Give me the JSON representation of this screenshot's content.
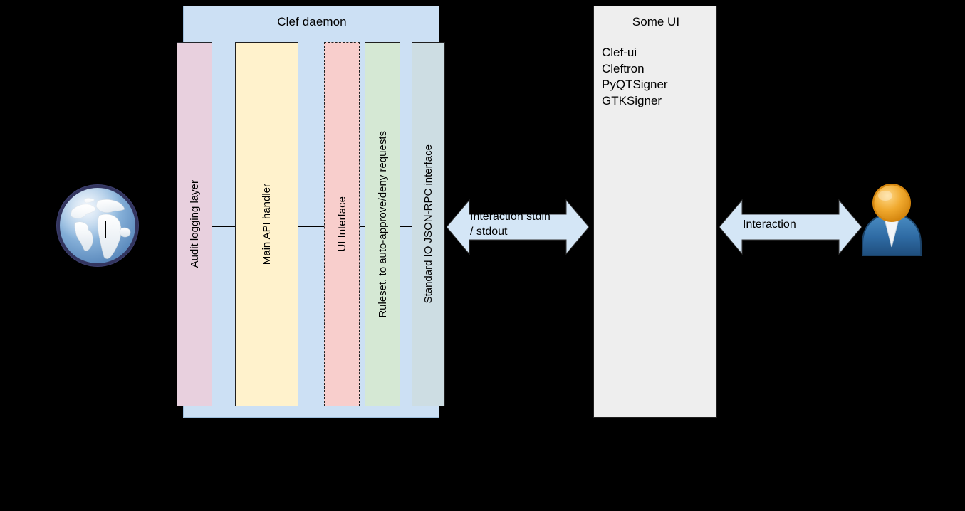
{
  "diagram": {
    "background_color": "#000000",
    "daemon": {
      "title": "Clef daemon",
      "container_color": "#cce0f4",
      "layers": [
        {
          "label": "Audit logging layer",
          "color": "#e8d0de",
          "border": "solid",
          "name": "audit-logging-layer"
        },
        {
          "label": "Main API handler",
          "color": "#fff2cc",
          "border": "solid",
          "name": "main-api-handler"
        },
        {
          "label": "UI Interface",
          "color": "#f8cecc",
          "border": "dashed",
          "name": "ui-interface"
        },
        {
          "label": "Ruleset, to auto-approve/deny requests",
          "color": "#d5e8d4",
          "border": "solid",
          "name": "ruleset"
        },
        {
          "label": "Standard IO JSON-RPC interface",
          "color": "#cddde3",
          "border": "solid",
          "name": "standard-io-jsonrpc-interface"
        }
      ]
    },
    "some_ui": {
      "title": "Some UI",
      "panel_color": "#eeeeee",
      "items": [
        "Clef-ui",
        "Cleftron",
        "PyQTSigner",
        "GTKSigner"
      ]
    },
    "arrows": [
      {
        "label": "Interaction stdin / stdout",
        "line1": "Interaction stdin",
        "line2": "/ stdout",
        "color": "#d4e6f6",
        "name": "arrow-stdin-stdout"
      },
      {
        "label": "Interaction",
        "line1": "Interaction",
        "line2": "",
        "color": "#d4e6f6",
        "name": "arrow-interaction"
      }
    ],
    "icons": [
      {
        "name": "globe-icon",
        "meaning": "internet / external world"
      },
      {
        "name": "user-icon",
        "meaning": "human user"
      }
    ]
  }
}
